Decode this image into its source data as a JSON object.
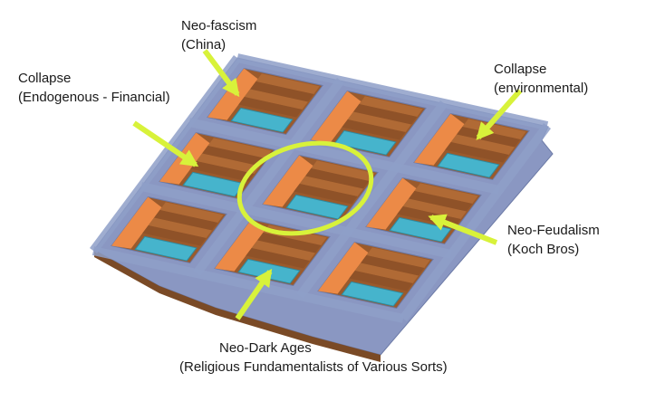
{
  "labels": {
    "neo_fascism": {
      "line1": "Neo-fascism",
      "line2": "(China)"
    },
    "collapse_financial": {
      "line1": "Collapse",
      "line2": "(Endogenous - Financial)"
    },
    "collapse_environmental": {
      "line1": "Collapse",
      "line2": "(environmental)"
    },
    "neo_feudalism": {
      "line1": "Neo-Feudalism",
      "line2": "(Koch Bros)"
    },
    "neo_dark_ages": {
      "line1": "Neo-Dark Ages",
      "line2": "(Religious Fundamentalists of Various Sorts)"
    }
  },
  "colors": {
    "arrow": "#d8f23a",
    "ring": "#d8f23a",
    "ridge": "#8e9fc8",
    "ridge_dark": "#6c7aa6",
    "basin_orange": "#ec8a47",
    "basin_brown": "#9a5a2c",
    "basin_floor": "#46b4cc"
  },
  "grid": {
    "rows": 3,
    "cols": 3,
    "highlighted_cell": "center"
  }
}
